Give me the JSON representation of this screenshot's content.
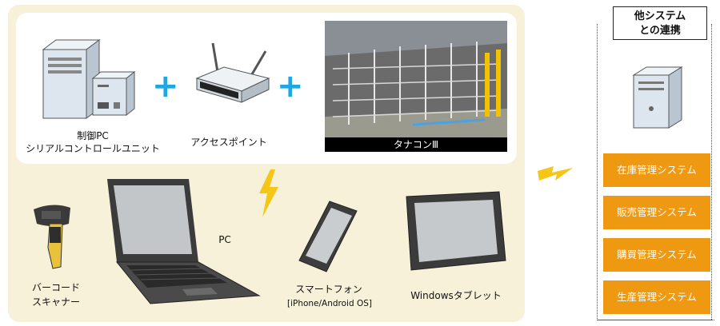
{
  "top_row": {
    "controller_label_line1": "制御PC",
    "controller_label_line2": "シリアルコントロールユニット",
    "access_point_label": "アクセスポイント",
    "photo_caption": "タナコンⅢ"
  },
  "devices": {
    "scanner_label_line1": "バーコード",
    "scanner_label_line2": "スキャナー",
    "pc_label": "PC",
    "smartphone_label": "スマートフォン",
    "smartphone_sub": "[iPhone/Android OS]",
    "tablet_label": "Windowsタブレット"
  },
  "systems": {
    "title_line1": "他システム",
    "title_line2": "との連携",
    "items": [
      "在庫管理システム",
      "販売管理システム",
      "購買管理システム",
      "生産管理システム"
    ]
  },
  "colors": {
    "panel_bg": "#f6f1d8",
    "accent_blue": "#1ea7e1",
    "orange": "#ef9913",
    "lightning": "#f5c518"
  },
  "icons": [
    "tower-server-icon",
    "serial-unit-icon",
    "plus-icon",
    "wireless-router-icon",
    "barcode-scanner-icon",
    "laptop-icon",
    "smartphone-icon",
    "tablet-icon",
    "lightning-icon",
    "server-icon"
  ]
}
